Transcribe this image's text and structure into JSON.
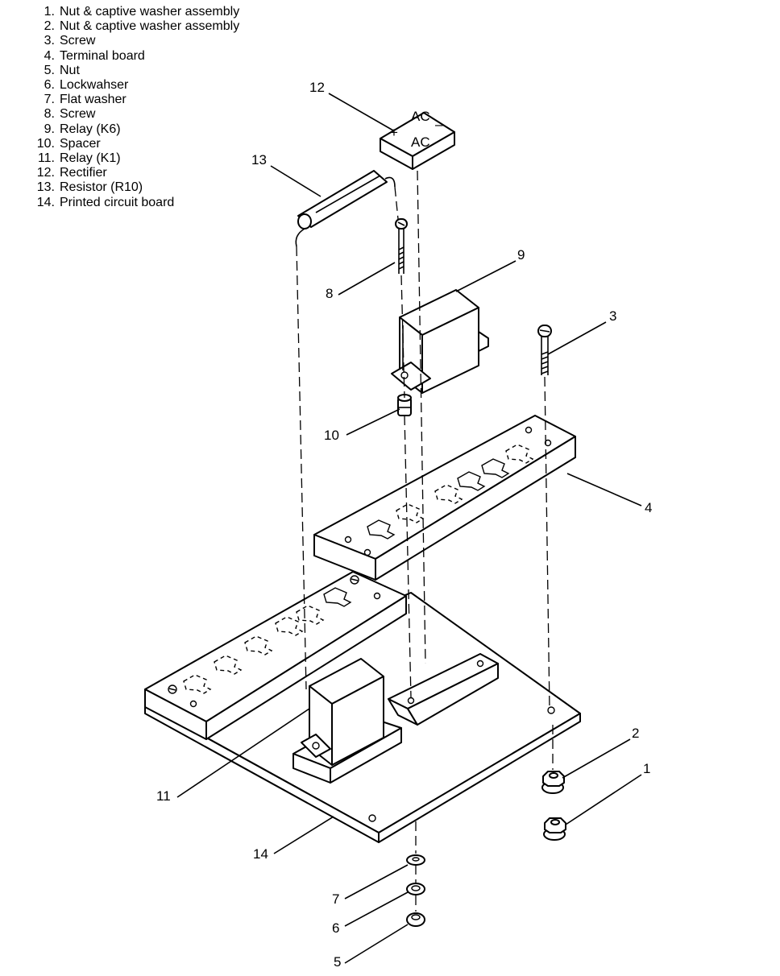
{
  "parts": [
    {
      "num": "1.",
      "label": "Nut & captive washer assembly"
    },
    {
      "num": "2.",
      "label": "Nut & captive washer assembly"
    },
    {
      "num": "3.",
      "label": "Screw"
    },
    {
      "num": "4.",
      "label": "Terminal board"
    },
    {
      "num": "5.",
      "label": "Nut"
    },
    {
      "num": "6.",
      "label": "Lockwahser"
    },
    {
      "num": "7.",
      "label": "Flat washer"
    },
    {
      "num": "8.",
      "label": "Screw"
    },
    {
      "num": "9.",
      "label": "Relay (K6)"
    },
    {
      "num": "10.",
      "label": "Spacer"
    },
    {
      "num": "11.",
      "label": "Relay (K1)"
    },
    {
      "num": "12.",
      "label": "Rectifier"
    },
    {
      "num": "13.",
      "label": "Resistor (R10)"
    },
    {
      "num": "14.",
      "label": "Printed circuit board"
    }
  ],
  "callouts": {
    "c1": "1",
    "c2": "2",
    "c3": "3",
    "c4": "4",
    "c5": "5",
    "c6": "6",
    "c7": "7",
    "c8": "8",
    "c9": "9",
    "c10": "10",
    "c11": "11",
    "c12": "12",
    "c13": "13",
    "c14": "14"
  },
  "rectifier_marks": {
    "plus": "+",
    "minus": "–",
    "ac_top": "AC",
    "ac_bottom": "AC"
  }
}
